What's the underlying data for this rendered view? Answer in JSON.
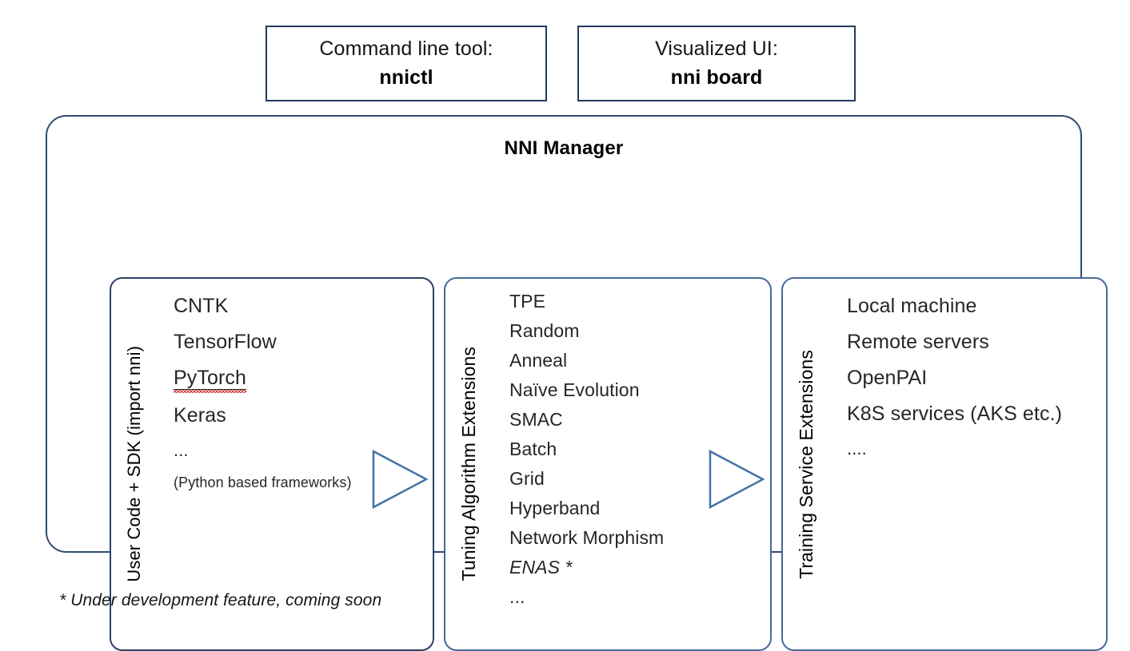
{
  "header_boxes": [
    {
      "caption": "Command line tool:",
      "name": "nnictl"
    },
    {
      "caption": "Visualized UI:",
      "name": "nni board"
    }
  ],
  "manager": {
    "title": "NNI Manager",
    "columns": [
      {
        "side_label": "User Code + SDK (import nni)",
        "items": [
          {
            "text": "CNTK"
          },
          {
            "text": "TensorFlow"
          },
          {
            "text": "PyTorch",
            "misspelled": true
          },
          {
            "text": "Keras"
          },
          {
            "text": "...",
            "style": "ellipsis"
          },
          {
            "text": "(Python based frameworks)",
            "style": "small"
          }
        ]
      },
      {
        "side_label": "Tuning Algorithm Extensions",
        "items": [
          {
            "text": "TPE"
          },
          {
            "text": "Random"
          },
          {
            "text": "Anneal"
          },
          {
            "text": "Naïve Evolution"
          },
          {
            "text": "SMAC"
          },
          {
            "text": "Batch"
          },
          {
            "text": "Grid"
          },
          {
            "text": "Hyperband"
          },
          {
            "text": "Network Morphism"
          },
          {
            "text": "ENAS *",
            "style": "italic"
          },
          {
            "text": "...",
            "style": "ellipsis"
          }
        ]
      },
      {
        "side_label": "Training Service Extensions",
        "items": [
          {
            "text": "Local machine"
          },
          {
            "text": "Remote servers"
          },
          {
            "text": "OpenPAI"
          },
          {
            "text": "K8S services (AKS etc.)"
          },
          {
            "text": "....",
            "style": "ellipsis"
          }
        ]
      }
    ]
  },
  "arrows": [
    {
      "name": "arrow-user-code-to-tuning"
    },
    {
      "name": "arrow-tuning-to-training"
    }
  ],
  "footnote": "* Under development feature, coming soon",
  "colors": {
    "outer_border": "#2f4a6d",
    "inner_border": "#44699c",
    "header_box_border": "#243a5e",
    "arrow_stroke": "#4472a8",
    "text": "#262626",
    "spellcheck_underline": "#d33a3a"
  }
}
